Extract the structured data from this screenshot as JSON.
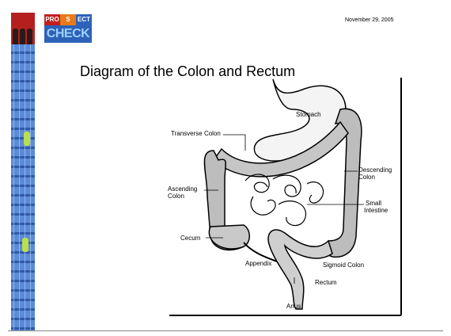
{
  "header": {
    "logo_top": [
      "PRO",
      "S",
      "ECT"
    ],
    "logo_bottom": "CHECK",
    "date": "November 29, 2005"
  },
  "slide": {
    "title": "Diagram of the Colon and Rectum"
  },
  "diagram": {
    "labels": {
      "stomach": "Stomach",
      "transverse_colon": "Transverse Colon",
      "descending_colon_1": "Descending",
      "descending_colon_2": "Colon",
      "ascending_colon_1": "Ascending",
      "ascending_colon_2": "Colon",
      "small_intestine_1": "Small",
      "small_intestine_2": "Intestine",
      "cecum": "Cecum",
      "appendix": "Appendix",
      "sigmoid_colon": "Sigmoid Colon",
      "rectum": "Rectum",
      "anus": "Anus"
    }
  },
  "colors": {
    "strip_blue": "#3f6fc0",
    "strip_red": "#b5201f",
    "accent_green": "#b7e04a",
    "logo_blue": "#2d62b8"
  }
}
